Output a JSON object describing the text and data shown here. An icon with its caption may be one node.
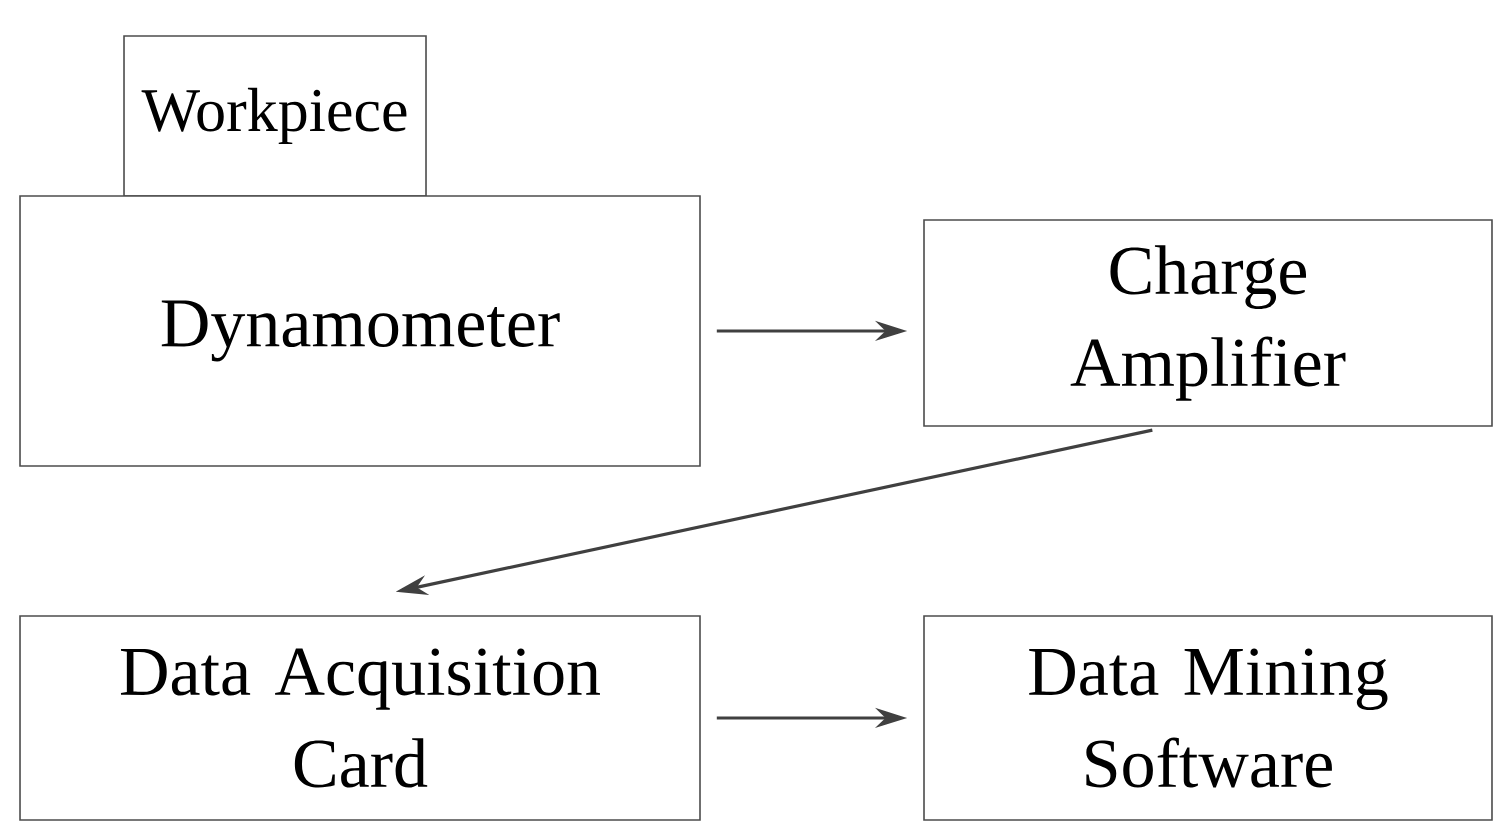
{
  "diagram": {
    "nodes": [
      {
        "text": [
          "Workpiece"
        ]
      },
      {
        "text": [
          "Dynamometer"
        ]
      },
      {
        "text": [
          "Charge Amplifier"
        ]
      },
      {
        "text": [
          "Data Acquisition Card"
        ]
      },
      {
        "text": [
          "Data Mining Software"
        ]
      }
    ],
    "edges": [
      {
        "from": 1,
        "to": 2,
        "arrow": "to"
      },
      {
        "from": 2,
        "to": 3,
        "arrow": "to"
      },
      {
        "from": 3,
        "to": 4,
        "arrow": "to"
      }
    ]
  }
}
